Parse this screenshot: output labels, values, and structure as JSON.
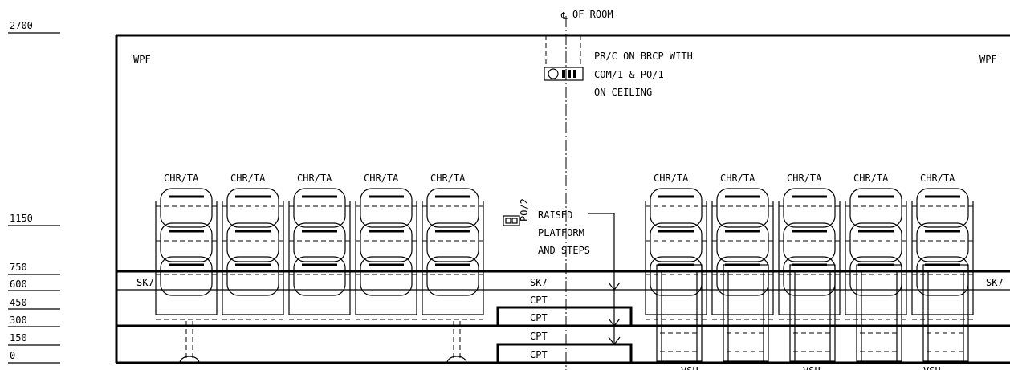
{
  "levels": [
    "2700",
    "1150",
    "750",
    "600",
    "450",
    "300",
    "150",
    "0"
  ],
  "room_centre_label": "OF ROOM",
  "wall_labels": {
    "left": "WPF",
    "right": "WPF"
  },
  "ceiling_note": [
    "PR/C ON BRCP WITH",
    "COM/1 & PO/1",
    "ON CEILING"
  ],
  "floor_outlet_label": "PO/2",
  "platform_note": [
    "RAISED",
    "PLATFORM",
    "AND STEPS"
  ],
  "chair_label": "CHR/TA",
  "left_chair_count": 5,
  "right_chair_count": 5,
  "skirting_label": "SK7",
  "carpet_label": "CPT",
  "vsu_label": "VSU"
}
